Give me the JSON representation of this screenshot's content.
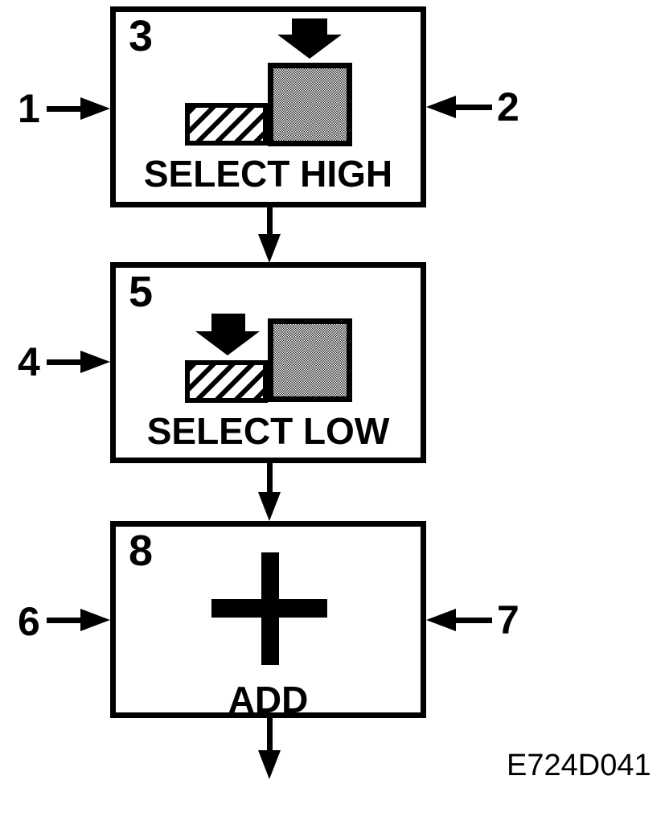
{
  "figure_code": "E724D041",
  "boxes": [
    {
      "id": "select-high",
      "number": "3",
      "label": "SELECT HIGH",
      "icon": "down-arrow-over-high-bar-icon"
    },
    {
      "id": "select-low",
      "number": "5",
      "label": "SELECT LOW",
      "icon": "down-arrow-over-low-bar-icon"
    },
    {
      "id": "add",
      "number": "8",
      "label": "ADD",
      "icon": "plus-icon"
    }
  ],
  "side_arrows": [
    {
      "label": "1",
      "side": "left",
      "box": "select-high"
    },
    {
      "label": "2",
      "side": "right",
      "box": "select-high"
    },
    {
      "label": "4",
      "side": "left",
      "box": "select-low"
    },
    {
      "label": "6",
      "side": "left",
      "box": "add"
    },
    {
      "label": "7",
      "side": "right",
      "box": "add"
    }
  ],
  "colors": {
    "ink": "#000000",
    "paper": "#ffffff",
    "bar_gray": "#9a9a9a"
  }
}
